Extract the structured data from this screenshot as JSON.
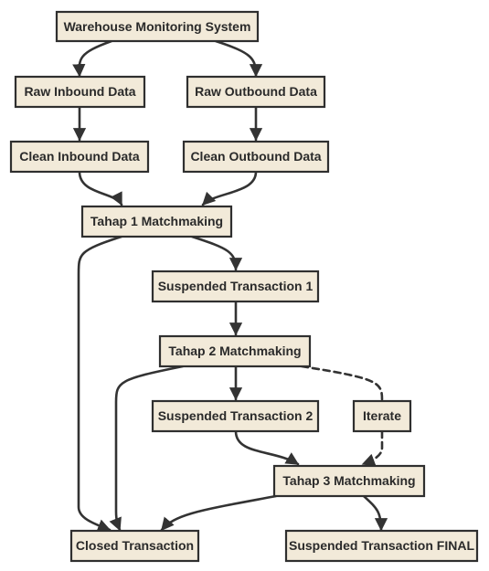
{
  "nodes": {
    "warehouse": "Warehouse Monitoring System",
    "raw_inbound": "Raw Inbound Data",
    "raw_outbound": "Raw Outbound Data",
    "clean_inbound": "Clean Inbound Data",
    "clean_outbound": "Clean Outbound Data",
    "tahap1": "Tahap 1 Matchmaking",
    "suspended1": "Suspended Transaction 1",
    "tahap2": "Tahap 2 Matchmaking",
    "suspended2": "Suspended Transaction 2",
    "iterate": "Iterate",
    "tahap3": "Tahap 3 Matchmaking",
    "closed": "Closed Transaction",
    "suspended_final": "Suspended Transaction FINAL"
  },
  "edges": [
    {
      "from": "warehouse",
      "to": "raw_inbound",
      "style": "solid"
    },
    {
      "from": "warehouse",
      "to": "raw_outbound",
      "style": "solid"
    },
    {
      "from": "raw_inbound",
      "to": "clean_inbound",
      "style": "solid"
    },
    {
      "from": "raw_outbound",
      "to": "clean_outbound",
      "style": "solid"
    },
    {
      "from": "clean_inbound",
      "to": "tahap1",
      "style": "solid"
    },
    {
      "from": "clean_outbound",
      "to": "tahap1",
      "style": "solid"
    },
    {
      "from": "tahap1",
      "to": "suspended1",
      "style": "solid"
    },
    {
      "from": "tahap1",
      "to": "closed",
      "style": "solid"
    },
    {
      "from": "suspended1",
      "to": "tahap2",
      "style": "solid"
    },
    {
      "from": "tahap2",
      "to": "suspended2",
      "style": "solid"
    },
    {
      "from": "tahap2",
      "to": "closed",
      "style": "solid"
    },
    {
      "from": "tahap2",
      "to": "iterate",
      "style": "dashed"
    },
    {
      "from": "iterate",
      "to": "tahap3",
      "style": "dashed"
    },
    {
      "from": "suspended2",
      "to": "tahap3",
      "style": "solid"
    },
    {
      "from": "tahap3",
      "to": "closed",
      "style": "solid"
    },
    {
      "from": "tahap3",
      "to": "suspended_final",
      "style": "solid"
    }
  ],
  "colors": {
    "node_fill": "#f2ead9",
    "node_border": "#2f2f2f",
    "edge": "#333333",
    "text": "#2a2a2a"
  }
}
